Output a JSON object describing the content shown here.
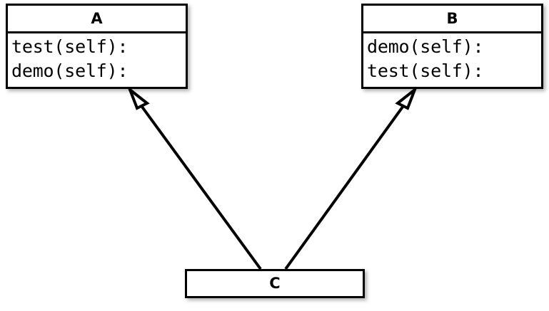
{
  "diagram": {
    "type": "uml-class-diagram",
    "background_color": "#ffffff",
    "line_color": "#000000",
    "fill_color": "#ffffff",
    "classes": [
      {
        "id": "A",
        "name": "A",
        "members": [
          "test(self):",
          "demo(self):"
        ],
        "has_member_compartment": true
      },
      {
        "id": "B",
        "name": "B",
        "members": [
          "demo(self):",
          "test(self):"
        ],
        "has_member_compartment": true
      },
      {
        "id": "C",
        "name": "C",
        "members": [],
        "has_member_compartment": false
      }
    ],
    "relationships": [
      {
        "kind": "generalization",
        "label": "",
        "from": "C",
        "to": "A",
        "arrowhead": "hollow-triangle"
      },
      {
        "kind": "generalization",
        "label": "",
        "from": "C",
        "to": "B",
        "arrowhead": "hollow-triangle"
      }
    ]
  }
}
